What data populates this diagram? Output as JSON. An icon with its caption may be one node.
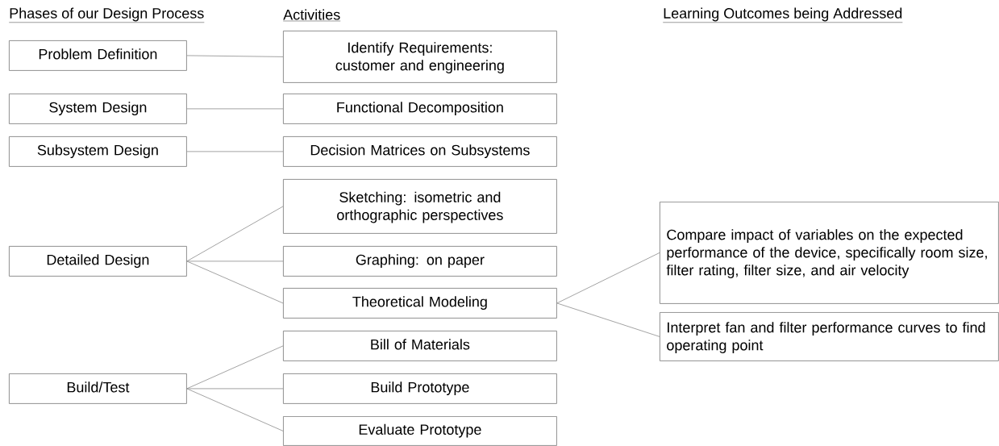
{
  "diagram": {
    "nodes": [
      {
        "text": [
          "Problem Definition"
        ]
      },
      {
        "text": [
          "System Design"
        ]
      },
      {
        "text": [
          "Subsystem Design"
        ]
      },
      {
        "text": [
          "Detailed Design"
        ]
      },
      {
        "text": [
          "Build/Test"
        ]
      },
      {
        "text": [
          "Identify Requirements: customer and engineering"
        ]
      },
      {
        "text": [
          "Functional Decomposition"
        ]
      },
      {
        "text": [
          "Decision Matrices on Subsystems"
        ]
      },
      {
        "text": [
          "Sketching: isometric and orthographic perspectives"
        ]
      },
      {
        "text": [
          "Graphing: on paper"
        ]
      },
      {
        "text": [
          "Theoretical Modeling"
        ]
      },
      {
        "text": [
          "Bill of Materials"
        ]
      },
      {
        "text": [
          "Build Prototype"
        ]
      },
      {
        "text": [
          "Evaluate Prototype"
        ]
      },
      {
        "text": [
          "Compare impact of variables on the expected performance of the device, specifically room size, filter rating, filter size, and air velocity"
        ]
      },
      {
        "text": [
          "Interpret fan and filter performance curves to find operating point"
        ]
      }
    ],
    "edges": [
      {
        "from": 0,
        "to": 5,
        "arrow": "none"
      },
      {
        "from": 1,
        "to": 6,
        "arrow": "none"
      },
      {
        "from": 2,
        "to": 7,
        "arrow": "none"
      },
      {
        "from": 3,
        "to": 8,
        "arrow": "none"
      },
      {
        "from": 3,
        "to": 9,
        "arrow": "none"
      },
      {
        "from": 3,
        "to": 10,
        "arrow": "none"
      },
      {
        "from": 4,
        "to": 11,
        "arrow": "none"
      },
      {
        "from": 4,
        "to": 12,
        "arrow": "none"
      },
      {
        "from": 4,
        "to": 13,
        "arrow": "none"
      },
      {
        "from": 10,
        "to": 14,
        "arrow": "none"
      },
      {
        "from": 10,
        "to": 15,
        "arrow": "none"
      }
    ],
    "labels": [
      "Phases of our Design Process",
      "Activities",
      "Learning Outcomes being Addressed"
    ]
  }
}
